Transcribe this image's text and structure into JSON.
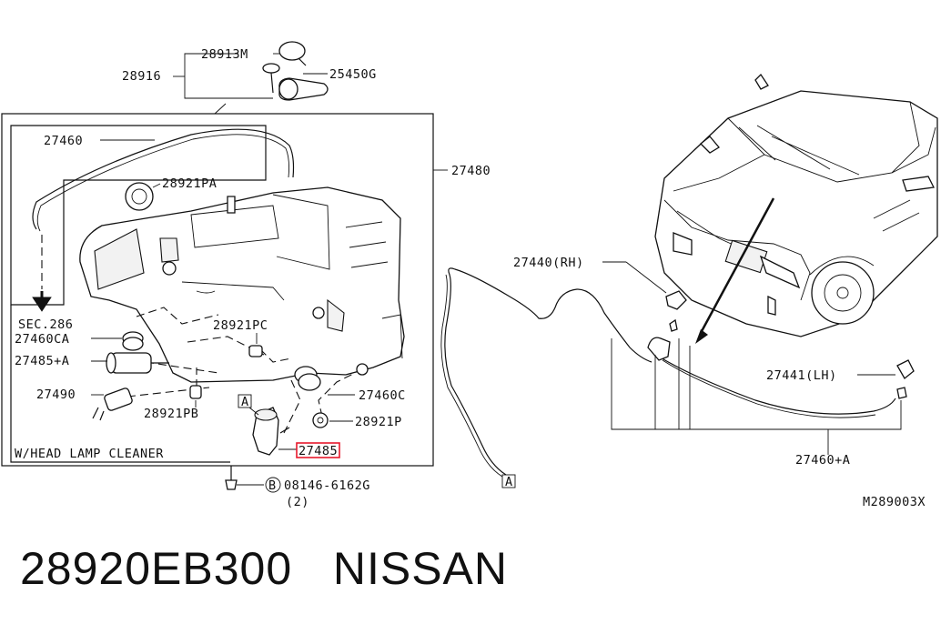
{
  "diagram": {
    "drawing_code": "M289003X",
    "labels": {
      "p28916": "28916",
      "p28913m": "28913M",
      "p25450g": "25450G",
      "p27460": "27460",
      "p27480": "27480",
      "p28921pa": "28921PA",
      "sec286": "SEC.286",
      "p27460ca": "27460CA",
      "p27485a": "27485+A",
      "p27490": "27490",
      "p28921pc": "28921PC",
      "p28921pb": "28921PB",
      "p27460c": "27460C",
      "p28921p": "28921P",
      "p27485_prefix": "274",
      "p27485_highlight": "8",
      "p27485_suffix": "5",
      "head_lamp_cleaner": "W/HEAD LAMP CLEANER",
      "ref_a": "A",
      "ref_a_right": "A",
      "bolt_code": "08146-6162G",
      "bolt_circle": "B",
      "bolt_qty": "(2)",
      "p27440": "27440(RH)",
      "p27441": "27441(LH)",
      "p27460a": "27460+A"
    },
    "highlight_color": "#e8192c"
  },
  "footer": {
    "part_number": "28920EB300",
    "brand": "NISSAN"
  }
}
